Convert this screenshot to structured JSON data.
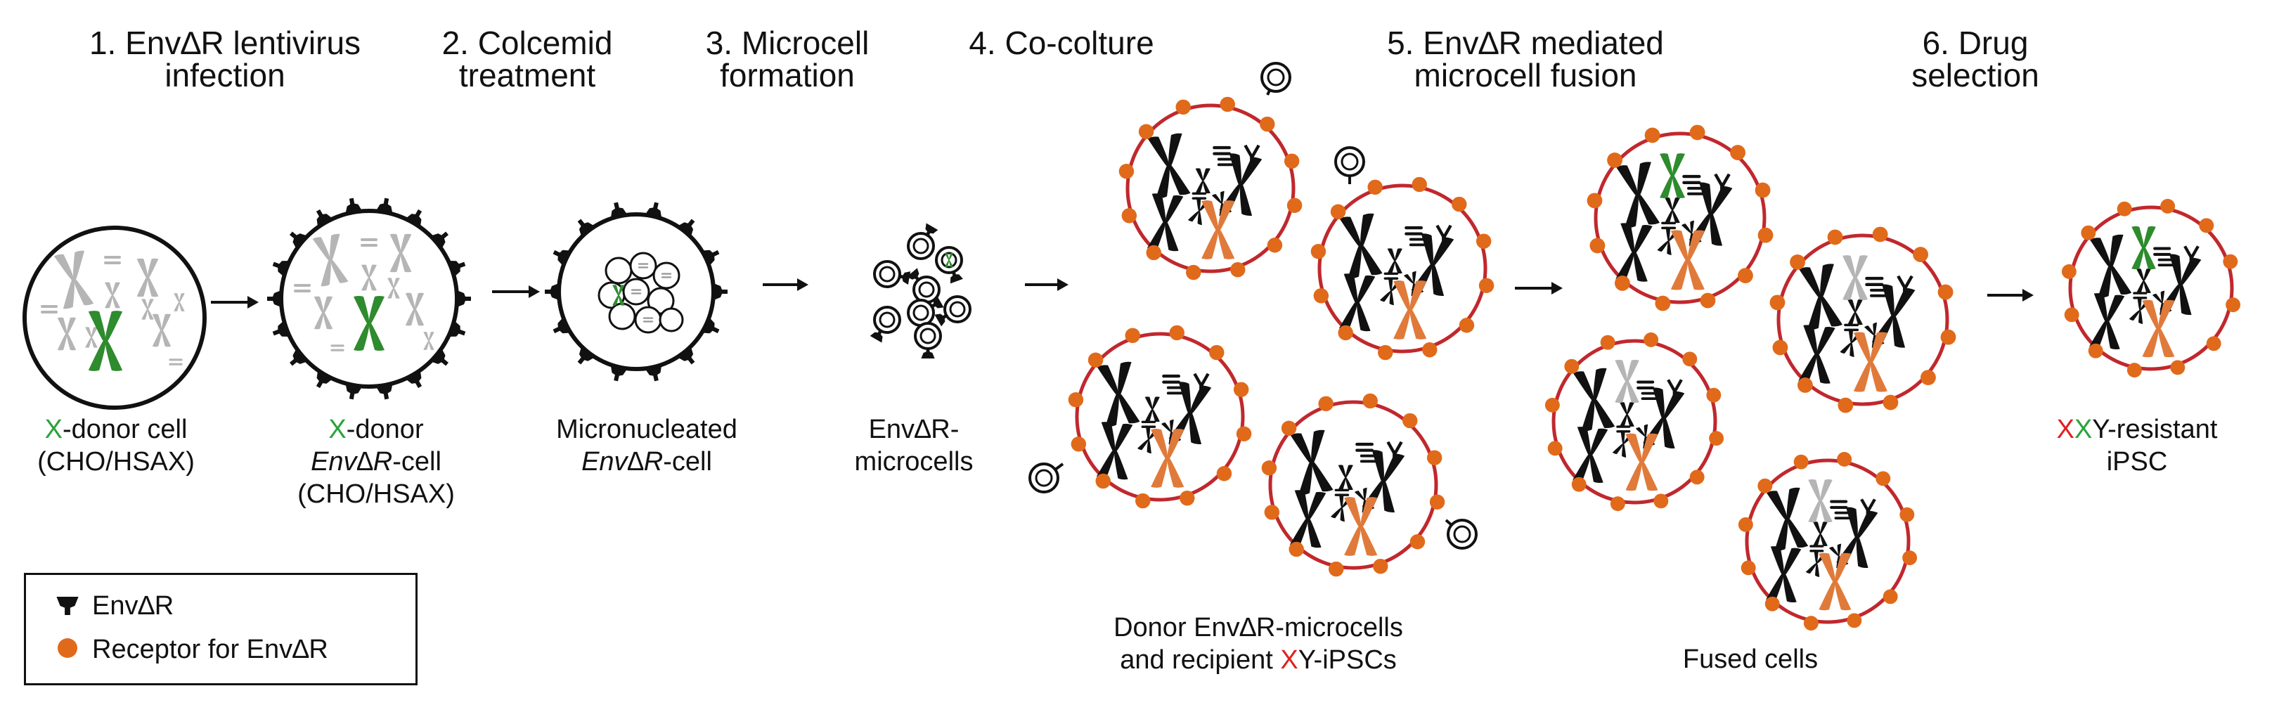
{
  "steps": [
    {
      "line1": "1. Env∆R lentivirus",
      "line2": "infection"
    },
    {
      "line1": "2. Colcemid",
      "line2": "treatment"
    },
    {
      "line1": "3. Microcell",
      "line2": "formation"
    },
    {
      "line1": "4. Co-colture",
      "line2": ""
    },
    {
      "line1": "5. Env∆R mediated",
      "line2": "microcell fusion"
    },
    {
      "line1": "6. Drug",
      "line2": "selection"
    }
  ],
  "captions": {
    "donor_cell": {
      "prefix": "X",
      "rest": "-donor cell",
      "line2": "(CHO/HSAX)"
    },
    "envdr_cell": {
      "prefix": "X",
      "rest": "-donor",
      "line2": "Env∆R",
      "line2_rest": "-cell",
      "line3": "(CHO/HSAX)"
    },
    "micronucleated": {
      "line1": "Micronucleated",
      "line2": "Env∆R",
      "line2_rest": "-cell"
    },
    "microcells": {
      "line1": "Env∆R-",
      "line2": "microcells"
    },
    "cocult": {
      "line1": "Donor Env∆R-microcells",
      "line2_a": "and recipient ",
      "line2_x": "X",
      "line2_b": "Y-iPSCs"
    },
    "fused": {
      "line1": "Fused cells"
    },
    "result": {
      "x1": "X",
      "x2": "X",
      "rest": "Y-resistant",
      "line2": "iPSC"
    }
  },
  "legend": {
    "envdr_label": "Env∆R",
    "receptor_label": "Receptor for Env∆R"
  },
  "colors": {
    "membrane_red": "#c0282d",
    "receptor_orange": "#e06a1a",
    "chrom_green": "#2e8b2e",
    "chrom_orange": "#e07a3a",
    "chrom_gray": "#b5b5b5",
    "text_red": "#e02020",
    "text_green": "#2aa33a"
  },
  "icons": [
    "arrow-right-icon",
    "envdr-protein-icon",
    "receptor-dot-icon",
    "chromosome-icon"
  ]
}
